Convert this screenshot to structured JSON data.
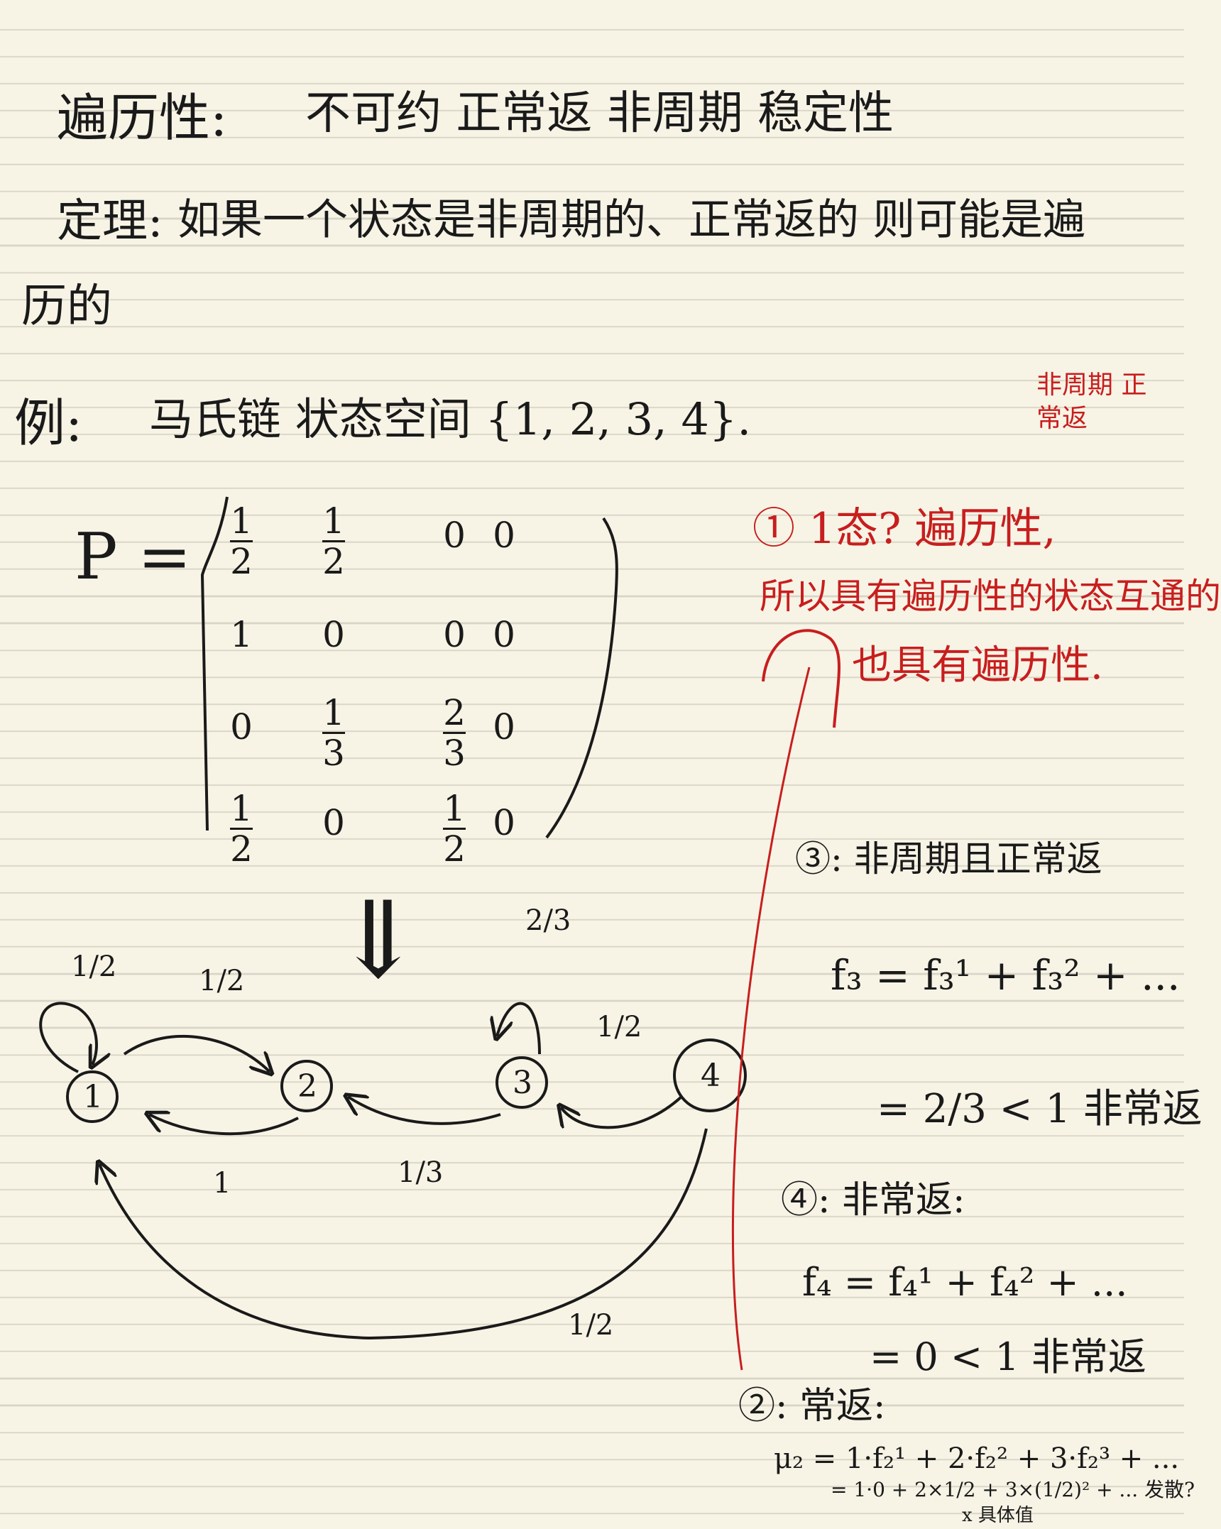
{
  "heading": {
    "title": "遍历性:",
    "words": "不可约  正常返  非周期  稳定性"
  },
  "theorem": {
    "label": "定理:",
    "line1": "如果一个状态是非周期的、正常返的 则可能是遍",
    "line2": "历的"
  },
  "example": {
    "label": "例:",
    "text": "马氏链 状态空间 {1, 2, 3, 4}."
  },
  "matrix": {
    "label": "P =",
    "rows": [
      [
        "1/2",
        "1/2",
        "0",
        "0"
      ],
      [
        "1",
        "0",
        "0",
        "0"
      ],
      [
        "0",
        "1/3",
        "2/3",
        "0"
      ],
      [
        "1/2",
        "0",
        "1/2",
        "0"
      ]
    ]
  },
  "graph": {
    "arrow": "⇓",
    "nodes": [
      "1",
      "2",
      "3",
      "4"
    ],
    "edge_labels": {
      "self_1": "1/2",
      "e12": "1/2",
      "e21": "1",
      "e32": "1/3",
      "self_3": "2/3",
      "e43": "1/2",
      "e41": "1/2"
    }
  },
  "notes_red": {
    "corner": "非周期 正 常返",
    "line1": "① 1态? 遍历性,",
    "line2": "所以具有遍历性的状态互通的",
    "line3": "也具有遍历性."
  },
  "notes_right": {
    "s3_title": "③: 非周期且正常返",
    "s3_eq1": "f₃ = f₃¹ + f₃² + ...",
    "s3_eq2": "= 2/3 < 1 非常返",
    "s4_title": "④: 非常返:",
    "s4_eq1": "f₄ = f₄¹ + f₄² + ...",
    "s4_eq2": "= 0 < 1 非常返",
    "s2_title": "②: 常返:",
    "s2_eq1": "μ₂ = 1·f₂¹ + 2·f₂² + 3·f₂³ + ...",
    "s2_eq2": "= 1·0 + 2×1/2 + 3×(1/2)² + ... 发散?",
    "s2_eq3": "x  具体值"
  },
  "colors": {
    "ink": "#1a1a1a",
    "red": "#c81e1e",
    "paper": "#f7f4e6",
    "rule": "#d9d5c6"
  }
}
